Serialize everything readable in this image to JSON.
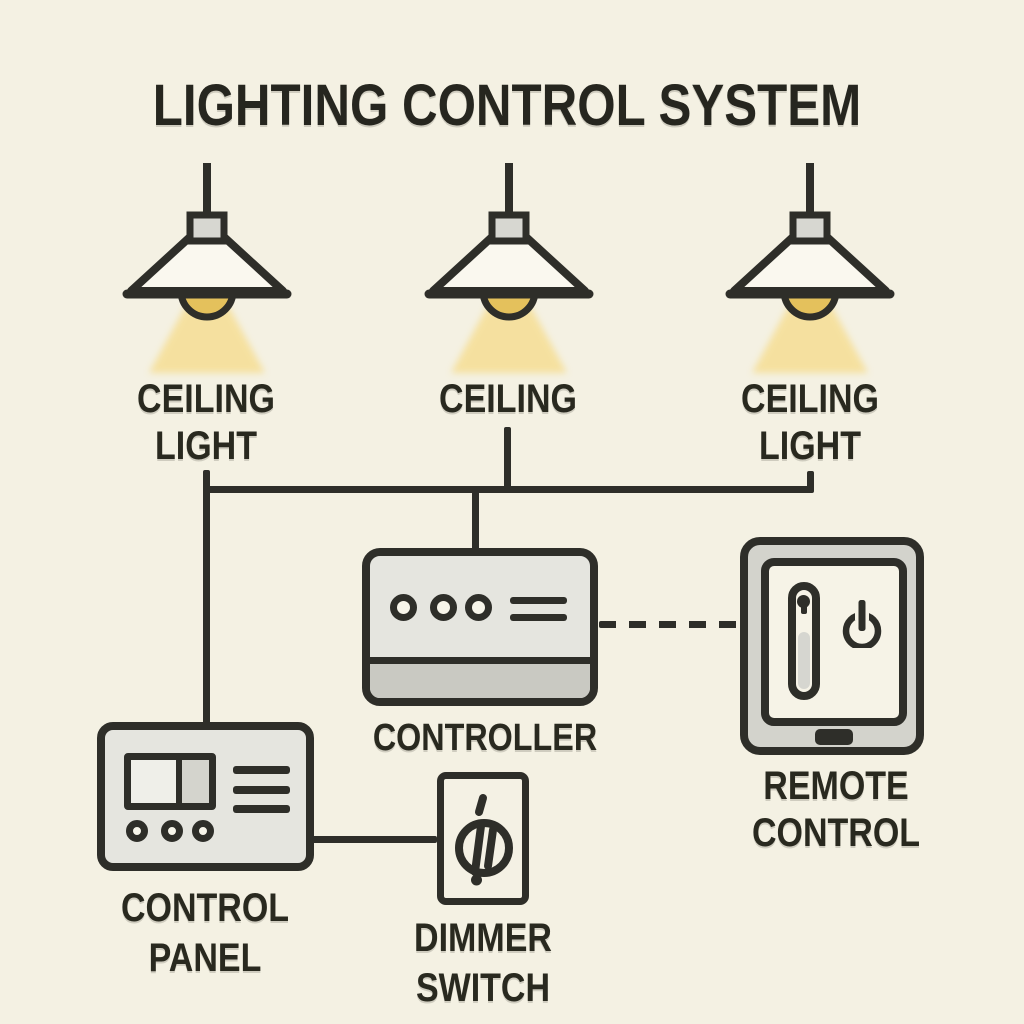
{
  "title": "LIGHTING CONTROL SYSTEM",
  "colors": {
    "background": "#f4f1e3",
    "ink": "#2e2e29",
    "text": "#29291f",
    "bulb_yellow": "#e4c15c",
    "beam_yellow": "#f6dd8f",
    "shade_white": "#faf8ef",
    "socket_gray": "#d7d7d1",
    "device_gray": "#e5e5df",
    "device_band_gray": "#c9c9c2",
    "remote_frame_gray": "#d3d3cc",
    "screen_cream": "#f6f3e7"
  },
  "icons": {
    "pendant_lamp": "pendant-lamp-icon (svg shade+bulb+beam)",
    "indicator_dots": "three circle indicators",
    "menu_lines": "horizontal line marks",
    "slider": "vertical-slider-icon",
    "power": "⏻",
    "home_button": "tablet home button bar",
    "rocker_switch": "two-cell rocker display",
    "dimmer_knob": "circular knob with slash marks"
  },
  "lights": [
    {
      "label_lines": [
        "CEILING",
        "LIGHT"
      ]
    },
    {
      "label_lines": [
        "CEILING"
      ]
    },
    {
      "label_lines": [
        "CEILING",
        "LIGHT"
      ]
    }
  ],
  "controller": {
    "label": "CONTROLLER"
  },
  "remote_control": {
    "label_lines": [
      "REMOTE",
      "CONTROL"
    ]
  },
  "control_panel": {
    "label_lines": [
      "CONTROL",
      "PANEL"
    ]
  },
  "dimmer_switch": {
    "label_lines": [
      "DIMMER",
      "SWITCH"
    ]
  }
}
